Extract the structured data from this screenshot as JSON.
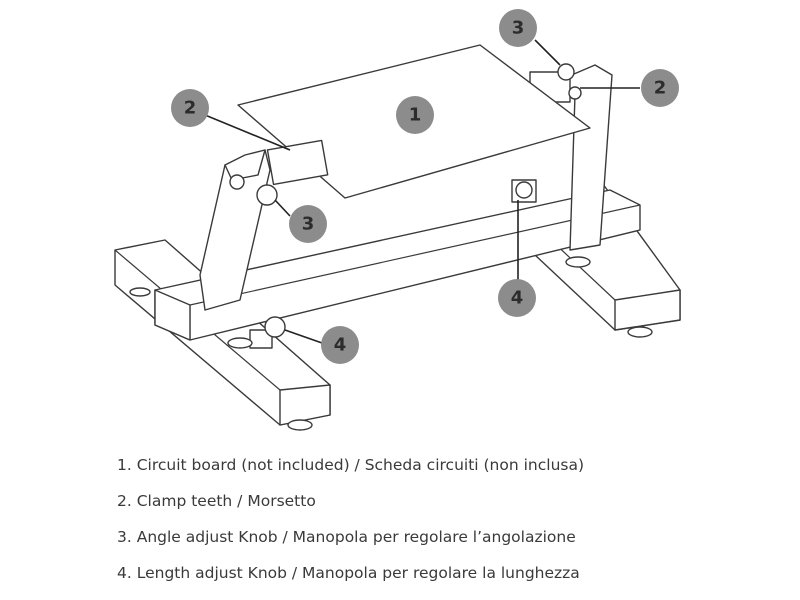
{
  "diagram": {
    "callouts": [
      {
        "id": "board",
        "number": "1"
      },
      {
        "id": "clamp-left",
        "number": "2"
      },
      {
        "id": "clamp-right",
        "number": "2"
      },
      {
        "id": "angle-knob-top",
        "number": "3"
      },
      {
        "id": "angle-knob-left",
        "number": "3"
      },
      {
        "id": "length-knob-center",
        "number": "4"
      },
      {
        "id": "length-knob-front",
        "number": "4"
      }
    ],
    "callout_color": "#8c8c8c"
  },
  "legend": [
    "1. Circuit board (not included) / Scheda circuiti (non inclusa)",
    "2. Clamp teeth / Morsetto",
    "3. Angle adjust Knob / Manopola per regolare l’angolazione",
    "4. Length adjust Knob / Manopola per regolare la lunghezza"
  ]
}
